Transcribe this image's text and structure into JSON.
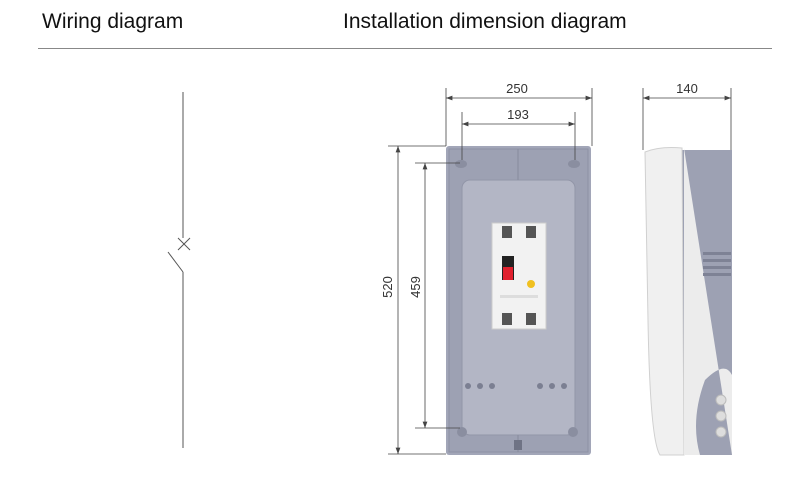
{
  "headings": {
    "wiring": "Wiring diagram",
    "installation": "Installation dimension diagram"
  },
  "dimensions": {
    "width_outer": "250",
    "width_inner": "193",
    "height_outer": "520",
    "height_inner": "459",
    "depth": "140"
  },
  "colors": {
    "box": "#9fa3b5",
    "box_dark": "#8a8ea2",
    "cover": "#f2f2f2",
    "handle": "#e0202e"
  }
}
